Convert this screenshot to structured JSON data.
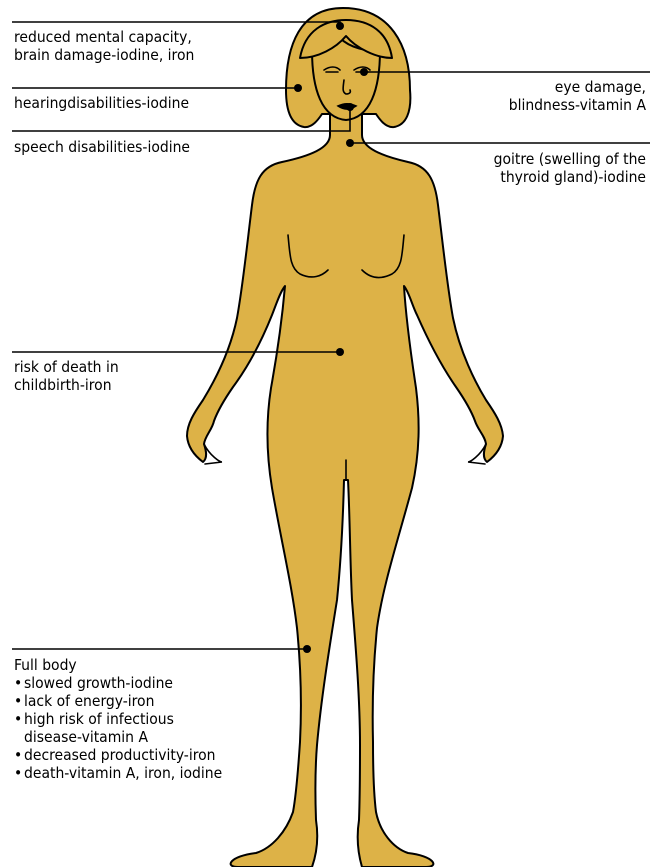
{
  "colors": {
    "skin": "#DDB247",
    "outline": "#000000",
    "background": "#FFFFFF"
  },
  "labels": {
    "brain_line1": "reduced mental capacity,",
    "brain_line2": "brain damage-iodine, iron",
    "hearing": "hearingdisabilities-iodine",
    "speech": "speech disabilities-iodine",
    "eye_line1": "eye damage,",
    "eye_line2": "blindness-vitamin A",
    "goitre_line1": "goitre (swelling of the",
    "goitre_line2": "thyroid gland)-iodine",
    "death_line1": "risk of death in",
    "death_line2": "childbirth-iron"
  },
  "full_body": {
    "heading": "Full body",
    "items": [
      "slowed growth-iodine",
      "lack of energy-iron",
      "high risk of infectious",
      "disease-vitamin A",
      "decreased productivity-iron",
      "death-vitamin A, iron, iodine"
    ]
  }
}
